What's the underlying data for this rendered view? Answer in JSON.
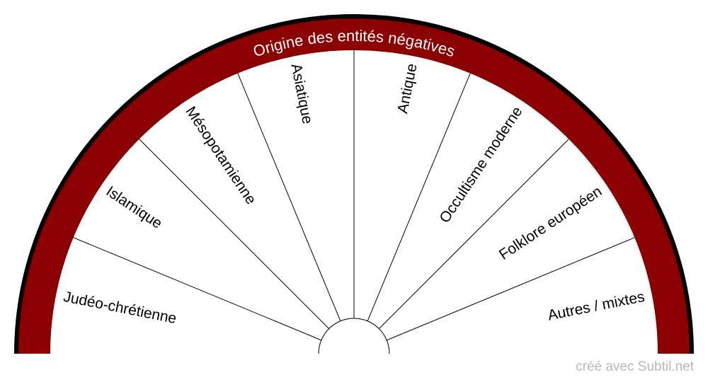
{
  "chart": {
    "title": "Origine des entités négatives",
    "sectors": [
      "Judéo-chrétienne",
      "Islamique",
      "Mésopotamienne",
      "Asiatique",
      "Antique",
      "Occultisme moderne",
      "Folklore européen",
      "Autres / mixtes"
    ]
  },
  "footer": "créé avec Subtil.net",
  "colors": {
    "rim": "#000000",
    "band": "#8b0000",
    "face": "#ffffff",
    "title_text": "#ffffff",
    "label_text": "#000000",
    "divider": "#000000",
    "footer_text": "#b8b8b8"
  }
}
